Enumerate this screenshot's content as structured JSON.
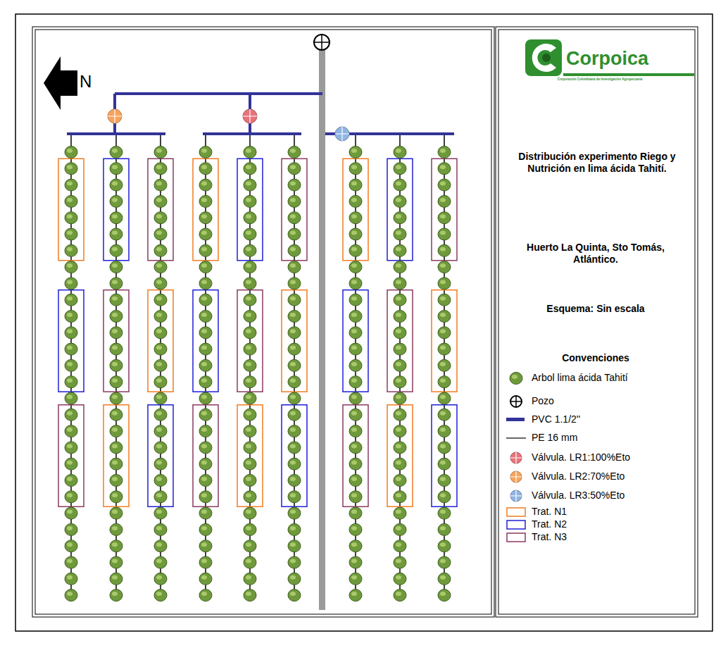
{
  "diagram": {
    "title": "Distribución experimento Riego y Nutrición en lima ácida Tahití.",
    "labels": [
      "N",
      "Corpoica",
      "Corporación Colombiana de Investigación Agropecuaria",
      "Huerto La Quinta, Sto Tomás, Atlántico.",
      "Esquema: Sin escala",
      "Convenciones"
    ],
    "legend": [
      {
        "text": "Arbol lima ácida Tahití"
      },
      {
        "text": "Pozo"
      },
      {
        "text": "PVC 1.1/2''",
        "color": "#333399"
      },
      {
        "text": "PE 16 mm"
      },
      {
        "text": "Válvula. LR1:100%Eto",
        "color": "#e8737a"
      },
      {
        "text": "Válvula. LR2:70%Eto",
        "color": "#f7a35c"
      },
      {
        "text": "Válvula. LR3:50%Eto",
        "color": "#8fb4e3"
      },
      {
        "text": "Trat. N1",
        "color": "#f07c22"
      },
      {
        "text": "Trat. N2",
        "color": "#1f1fd6"
      },
      {
        "text": "Trat. N3",
        "color": "#8b3a62"
      }
    ]
  }
}
